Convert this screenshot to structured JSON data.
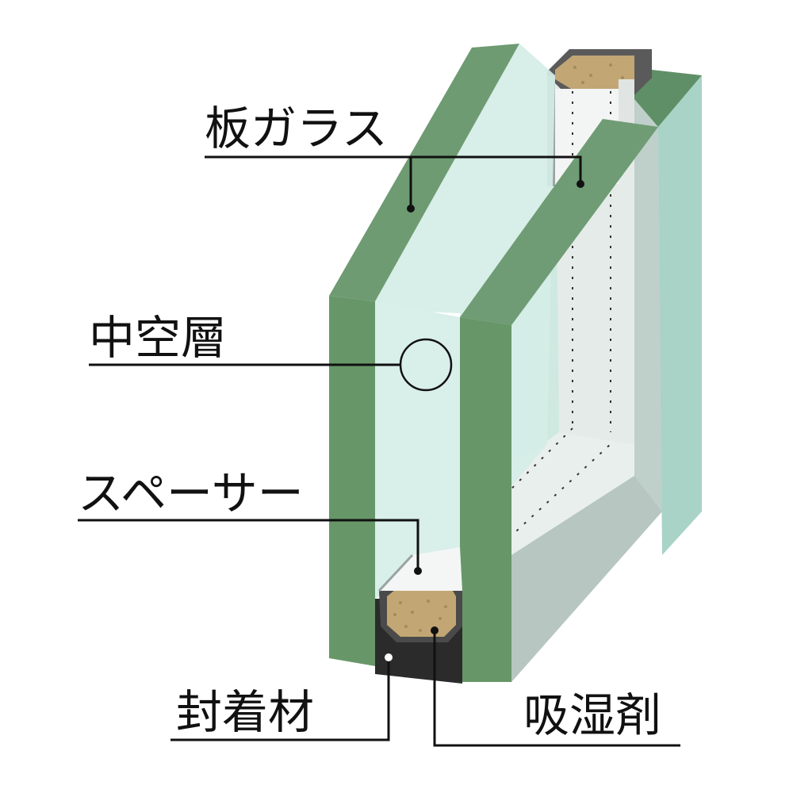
{
  "labels": {
    "glass": "板ガラス",
    "air_layer": "中空層",
    "spacer": "スペーサー",
    "sealant": "封着材",
    "desiccant": "吸湿剤"
  },
  "colors": {
    "glass_edge": "#6c9a70",
    "glass_face": "#d2ebe2",
    "glass_back": "#c4e4da",
    "spacer_metal": "#b9c2c0",
    "sealant": "#2b2b2b",
    "desiccant": "#c2a674",
    "leader": "#111111"
  }
}
